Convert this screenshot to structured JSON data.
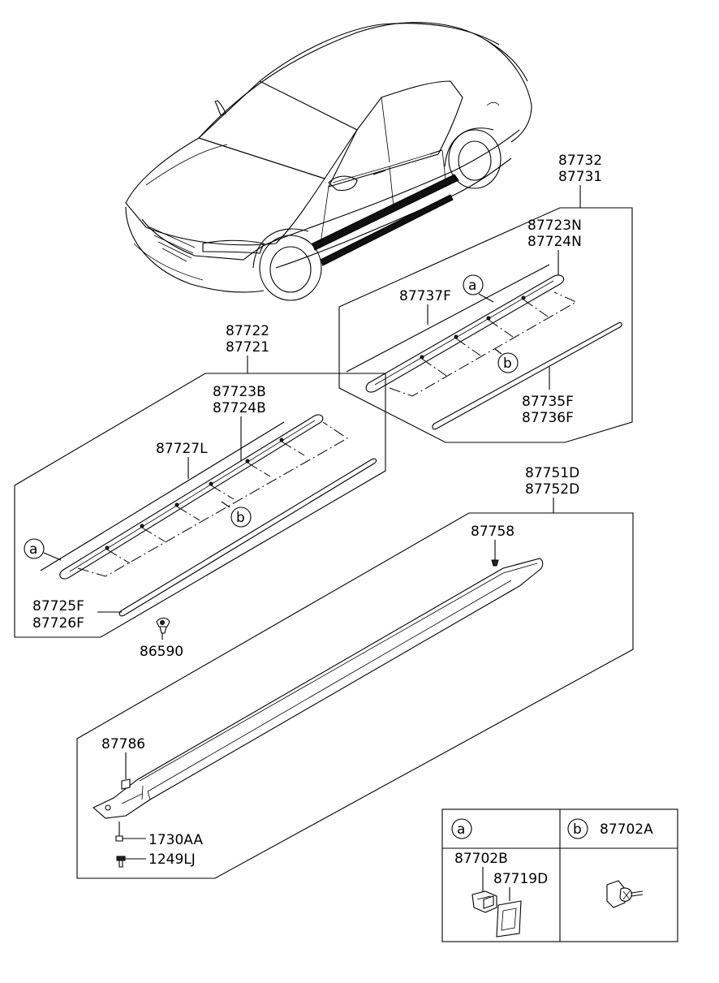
{
  "labels": {
    "p87732": "87732",
    "p87731": "87731",
    "p87723N": "87723N",
    "p87724N": "87724N",
    "p87737F": "87737F",
    "p87735F": "87735F",
    "p87736F": "87736F",
    "p87722": "87722",
    "p87721": "87721",
    "p87723B": "87723B",
    "p87724B": "87724B",
    "p87727L": "87727L",
    "p87725F": "87725F",
    "p87726F": "87726F",
    "p86590": "86590",
    "p87751D": "87751D",
    "p87752D": "87752D",
    "p87758": "87758",
    "p87786": "87786",
    "p1730AA": "1730AA",
    "p1249LJ": "1249LJ"
  },
  "callouts": {
    "a": "a",
    "b": "b"
  },
  "legend": {
    "a_key": "a",
    "b_key": "b",
    "b_part": "87702A",
    "a_part1": "87702B",
    "a_part2": "87719D"
  },
  "colors": {
    "line": "#000000",
    "background": "#ffffff"
  }
}
